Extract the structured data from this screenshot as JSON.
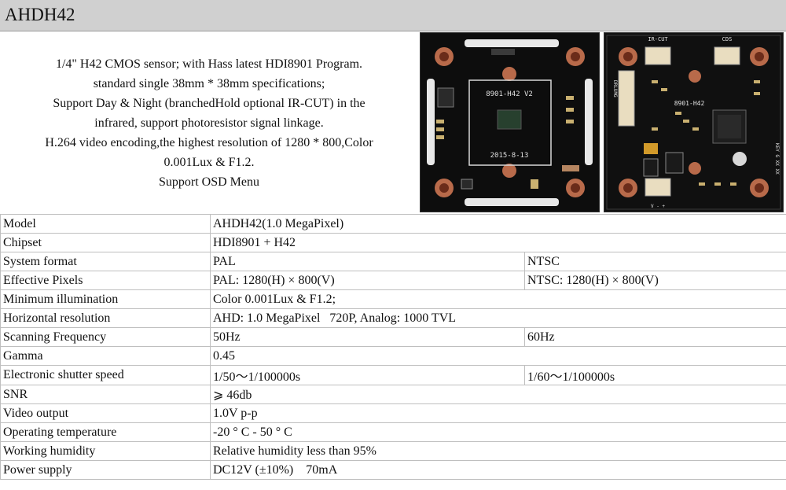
{
  "header": {
    "title": "AHDH42"
  },
  "description": [
    "1/4\" H42 CMOS sensor; with Hass latest HDI8901 Program.",
    "standard single 38mm * 38mm specifications;",
    "Support Day & Night (branchedHold optional IR-CUT) in the",
    "infrared, support photoresistor signal linkage.",
    "H.264 video encoding,the highest resolution of 1280 * 800,Color",
    "0.001Lux & F1.2.",
    "Support OSD Menu"
  ],
  "boards": {
    "left": {
      "chip_label": "8901-H42 V2",
      "date_label": "2015-8-13"
    },
    "right": {
      "ircut_label": "IR-CUT",
      "cds_label": "CDS",
      "chip_label": "8901-H42",
      "side_label": "DRLUMG",
      "bottom_label": "V - +",
      "right_label": "KEY G XX XX"
    }
  },
  "specs": [
    {
      "label": "Model",
      "value": "AHDH42(1.0 MegaPixel)"
    },
    {
      "label": "Chipset",
      "value": "HDI8901 + H42"
    },
    {
      "label": "System format",
      "value": "PAL",
      "value2": "NTSC"
    },
    {
      "label": "Effective Pixels",
      "value": "PAL: 1280(H) × 800(V)",
      "value2": "NTSC: 1280(H) × 800(V)"
    },
    {
      "label": "Minimum illumination",
      "value": "Color 0.001Lux & F1.2;"
    },
    {
      "label": "Horizontal resolution",
      "value": "AHD: 1.0 MegaPixel   720P, Analog: 1000 TVL"
    },
    {
      "label": "Scanning Frequency",
      "value": "50Hz",
      "value2": "60Hz"
    },
    {
      "label": "Gamma",
      "value": "0.45"
    },
    {
      "label": "Electronic shutter speed",
      "value": "1/50～1/100000s",
      "value2": "1/60～1/100000s"
    },
    {
      "label": "SNR",
      "value": "⩾ 46db"
    },
    {
      "label": "Video output",
      "value": "1.0V p-p"
    },
    {
      "label": "Operating temperature",
      "value": "-20 ° C - 50 ° C"
    },
    {
      "label": "Working humidity",
      "value": "Relative humidity less than 95%"
    },
    {
      "label": "Power supply",
      "value": "DC12V (±10%)    70mA"
    }
  ]
}
